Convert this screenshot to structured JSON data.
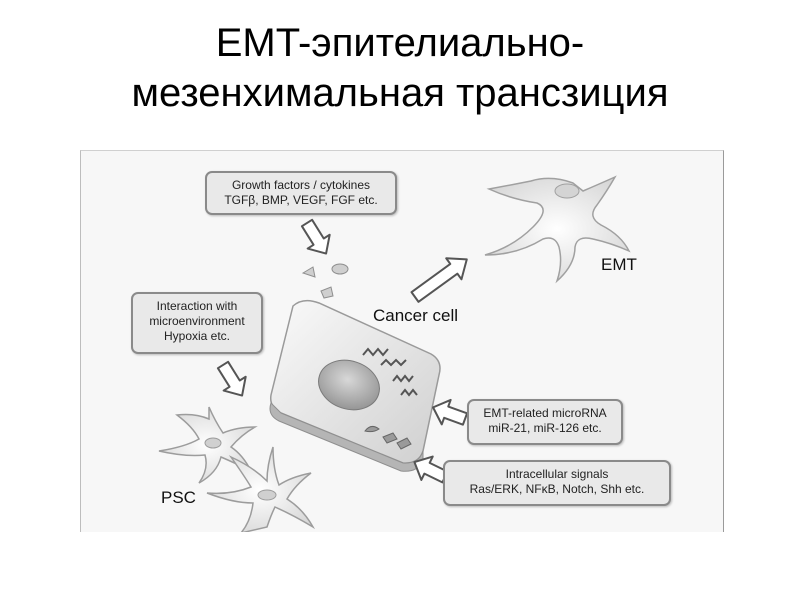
{
  "title": {
    "line1": "EMT-эпителиально-",
    "line2": "мезенхимальная трансзиция"
  },
  "diagram": {
    "boxes": {
      "growth_factors": {
        "line1": "Growth factors / cytokines",
        "line2": "TGFβ, BMP, VEGF, FGF etc."
      },
      "microenvironment": {
        "line1": "Interaction with",
        "line2": "microenvironment",
        "line3": "Hypoxia etc."
      },
      "micro_rna": {
        "line1": "EMT-related microRNA",
        "line2": "miR-21, miR-126 etc."
      },
      "intracellular": {
        "line1": "Intracellular signals",
        "line2": "Ras/ERK, NFκB, Notch, Shh etc."
      }
    },
    "labels": {
      "emt": "EMT",
      "cancer_cell": "Cancer cell",
      "psc": "PSC"
    }
  }
}
